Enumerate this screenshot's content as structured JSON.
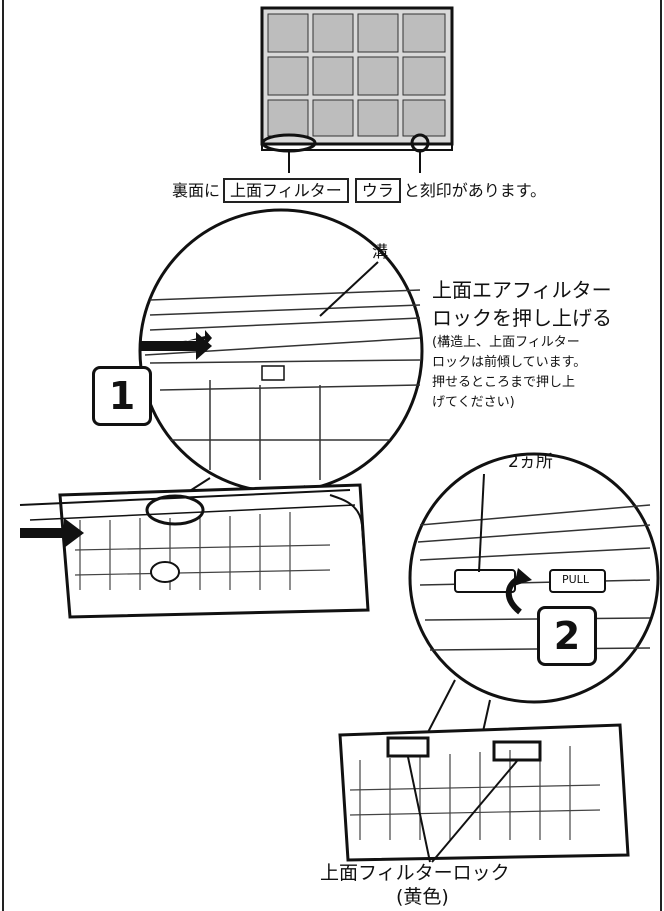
{
  "caption_top": {
    "prefix": "裏面に",
    "box1": "上面フィルター",
    "box2": "ウラ",
    "suffix": "と刻印があります。"
  },
  "labels": {
    "groove": "溝",
    "lock_title_line1": "上面エアフィルター",
    "lock_title_line2": "ロックを押し上げる",
    "lock_note_line1": "(構造上、上面フィルター",
    "lock_note_line2": "ロックは前傾しています。",
    "lock_note_line3": "押せるところまで押し上",
    "lock_note_line4": "げてください)",
    "two_places": "2ヵ所",
    "pull_text": "PULL",
    "bottom_line1": "上面フィルターロック",
    "bottom_line2": "(黄色)"
  },
  "steps": [
    "1",
    "2"
  ]
}
